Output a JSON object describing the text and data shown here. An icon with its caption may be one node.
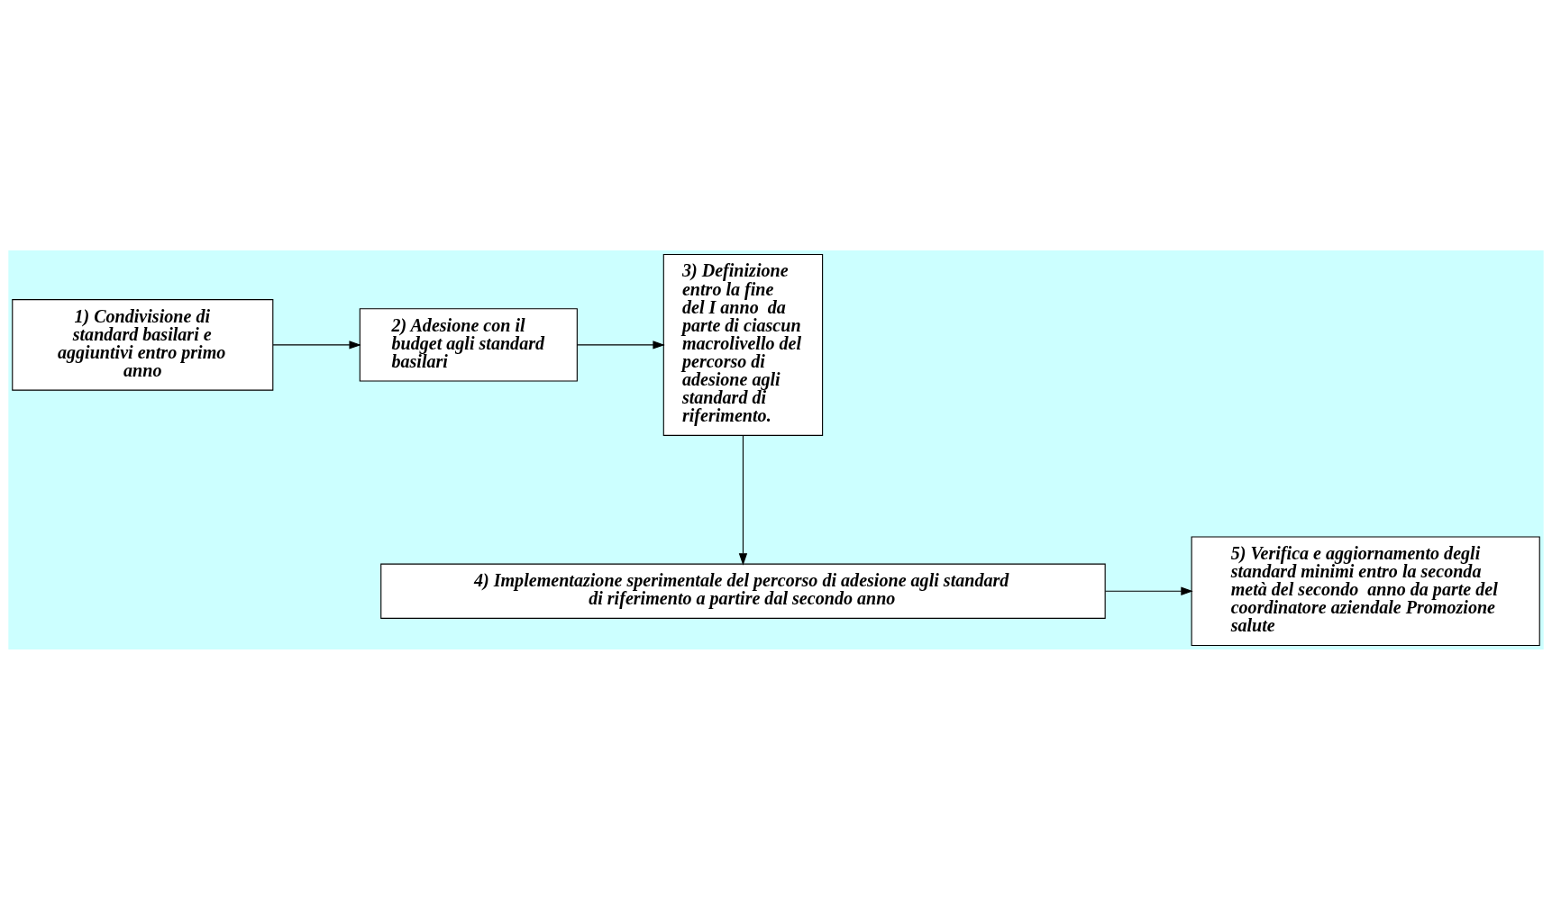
{
  "diagram": {
    "nodes": [
      {
        "text": [
          "1) Condivisione di standard basilari e aggiuntivi entro primo anno"
        ]
      },
      {
        "text": [
          "2) Adesione con il budget agli standard basilari"
        ]
      },
      {
        "text": [
          "3) Definizione entro la fine del I anno  da parte di ciascun macrolivello del percorso di adesione agli standard di riferimento."
        ]
      },
      {
        "text": [
          "5) Verifica e aggiornamento degli standard minimi entro la seconda metà del secondo  anno da parte del coordinatore aziendale Promozione salute"
        ]
      },
      {
        "text": [
          "4) Implementazione sperimentale del percorso di adesione agli standard di riferimento a partire dal secondo anno"
        ]
      }
    ],
    "edges": [
      {
        "from": 0,
        "to": 1,
        "arrow": "to"
      },
      {
        "from": 1,
        "to": 2,
        "arrow": "to"
      },
      {
        "from": 2,
        "to": 4,
        "arrow": "to"
      },
      {
        "from": 4,
        "to": 3,
        "arrow": "to"
      }
    ]
  }
}
